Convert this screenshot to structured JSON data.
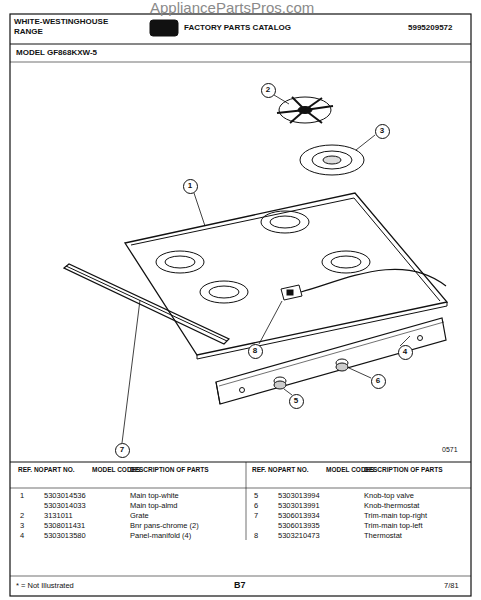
{
  "diagram": {
    "nodes": [
      {
        "text": [
          "2"
        ]
      },
      {
        "text": [
          "3"
        ]
      },
      {
        "text": [
          "1"
        ]
      },
      {
        "text": [
          "8"
        ]
      },
      {
        "text": [
          "4"
        ]
      },
      {
        "text": [
          "6"
        ]
      },
      {
        "text": [
          "5"
        ]
      },
      {
        "text": [
          "7"
        ]
      }
    ],
    "labels": [
      "AppliancePartsPros.com",
      "WHITE-WESTINGHOUSE",
      "RANGE",
      "FACTORY PARTS CATALOG",
      "5995209572",
      "MODEL GF868KXW-5",
      "0571",
      "REF. NO.",
      "PART NO.",
      "MODEL CODES",
      "DESCRIPTION OF PARTS",
      "REF. NO.",
      "PART NO.",
      "MODEL CODES",
      "DESCRIPTION OF PARTS",
      "1",
      "5303014536",
      "Main top-white",
      "5303014033",
      "Main top-almd",
      "2",
      "3131011",
      "Grate",
      "3",
      "5308011431",
      "Bnr pans-chrome (2)",
      "4",
      "5303013580",
      "Panel-manifold (4)",
      "5",
      "5303013994",
      "Knob-top valve",
      "6",
      "5303013991",
      "Knob-thermostat",
      "7",
      "5306013934",
      "Trim-main top-right",
      "5306013935",
      "Trim-main top-left",
      "8",
      "5303210473",
      "Thermostat",
      "* = Not Illustrated",
      "B7",
      "7/81"
    ]
  }
}
